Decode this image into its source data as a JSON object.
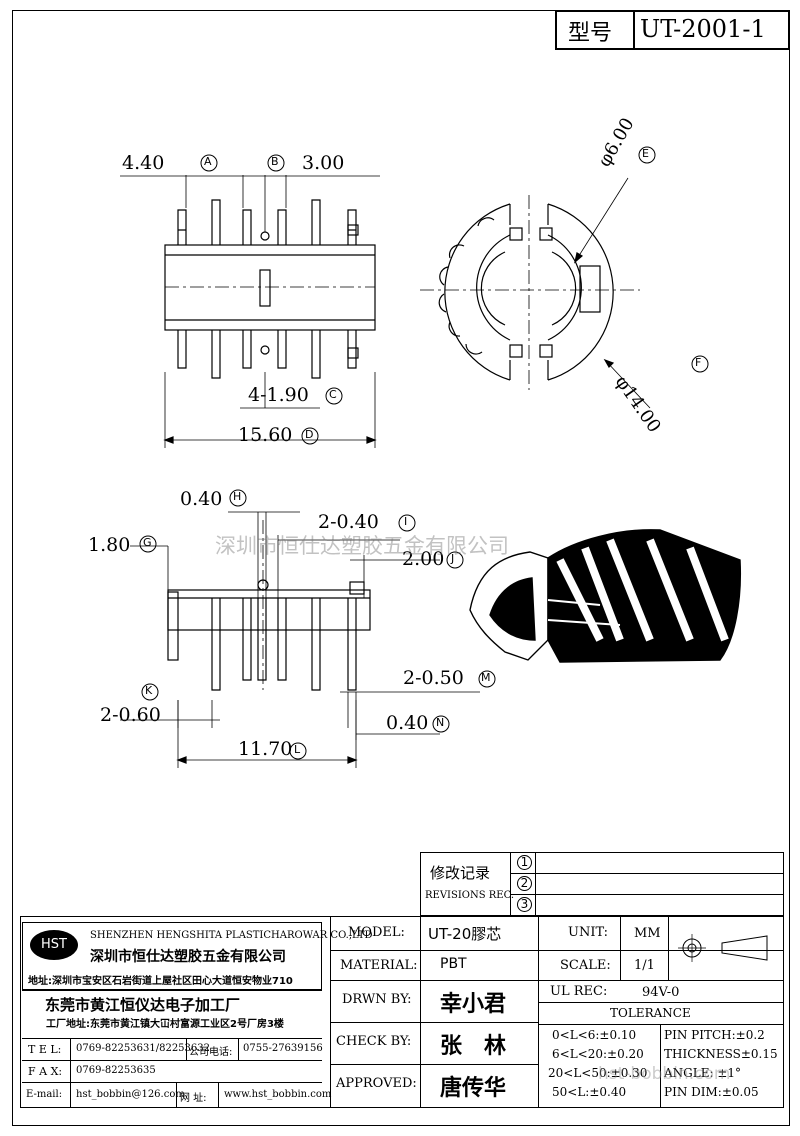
{
  "title_block": {
    "model_label": "型号",
    "model_value": "UT-2001-1"
  },
  "dimensions": {
    "A": "4.40",
    "B": "3.00",
    "C": "4-1.90",
    "D": "15.60",
    "E": "φ6.00",
    "F": "φ14.00",
    "G": "1.80",
    "H": "0.40",
    "I": "2-0.40",
    "J": "2.00",
    "K": "2-0.60",
    "L": "11.70",
    "M": "2-0.50",
    "N": "0.40"
  },
  "letters": [
    "A",
    "B",
    "C",
    "D",
    "E",
    "F",
    "G",
    "H",
    "I",
    "J",
    "K",
    "L",
    "M",
    "N"
  ],
  "watermark": "深圳市恒仕达塑胶五金有限公司",
  "watermark2": "hst-bobbin.com",
  "revisions": {
    "label_cn": "修改记录",
    "label_en": "REVISIONS REC.",
    "rows": [
      "1",
      "2",
      "3"
    ]
  },
  "company": {
    "logo": "HST",
    "name_en": "SHENZHEN HENGSHITA PLASTICHAROWAR CO.,LTD",
    "name_cn": "深圳市恒仕达塑胶五金有限公司",
    "address": "地址:深圳市宝安区石岩街道上屋社区田心大道恒安物业710",
    "factory_name": "东莞市黄江恒仪达电子加工厂",
    "factory_address": "工厂地址:东莞市黄江镇大冚村富源工业区2号厂房3楼",
    "tel_label": "T E L:",
    "tel": "0769-82253631/82253632",
    "phone_label": "公司电话:",
    "phone": "0755-27639156",
    "fax_label": "F A X:",
    "fax": "0769-82253635",
    "email_label": "E-mail:",
    "email": "hst_bobbin@126.com",
    "web_label": "网 址:",
    "web": "www.hst_bobbin.com"
  },
  "spec": {
    "model_label": "MODEL:",
    "model": "UT-20膠芯",
    "material_label": "MATERIAL:",
    "material": "PBT",
    "drawn_label": "DRWN BY:",
    "drawn": "幸小君",
    "check_label": "CHECK BY:",
    "check": "张　林",
    "approved_label": "APPROVED:",
    "approved": "唐传华",
    "unit_label": "UNIT:",
    "unit": "MM",
    "scale_label": "SCALE:",
    "scale": "1/1",
    "ul_label": "UL REC:",
    "ul": "94V-0",
    "tolerance_label": "TOLERANCE",
    "tol1": "0<L<6:±0.10",
    "tol2": "6<L<20:±0.20",
    "tol3": "20<L<50:±0.30",
    "tol4": "50<L:±0.40",
    "pin_pitch": "PIN PITCH:±0.2",
    "thickness": "THICKNESS±0.15",
    "angle": "ANGLE: ±1°",
    "pin_dim": "PIN DIM:±0.05"
  }
}
